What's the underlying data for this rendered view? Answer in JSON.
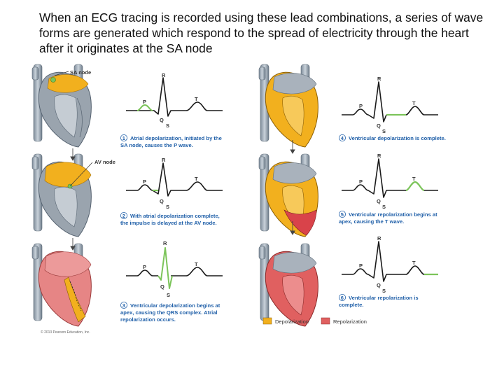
{
  "title": "When an ECG tracing is recorded using these lead combinations, a series of wave forms are generated which respond to the spread of electricity through the heart after it originates at the SA node",
  "labels": {
    "sa_node": "SA node",
    "av_node": "AV node"
  },
  "wave_letters": {
    "p": "P",
    "q": "Q",
    "r": "R",
    "s": "S",
    "t": "T"
  },
  "steps": [
    {
      "number": "1",
      "line1": "Atrial depolarization, initiated by the",
      "line2": "SA node, causes the P wave.",
      "line3": ""
    },
    {
      "number": "2",
      "line1": "With atrial depolarization complete,",
      "line2": "the impulse is delayed at the AV node.",
      "line3": ""
    },
    {
      "number": "3",
      "line1": "Ventricular depolarization begins at",
      "line2": "apex, causing the QRS complex. Atrial",
      "line3": "repolarization occurs."
    },
    {
      "number": "4",
      "line1": "Ventricular depolarization is complete.",
      "line2": "",
      "line3": ""
    },
    {
      "number": "5",
      "line1": "Ventricular repolarization begins at",
      "line2": "apex, causing the T wave.",
      "line3": ""
    },
    {
      "number": "6",
      "line1": "Ventricular repolarization is",
      "line2": "complete.",
      "line3": ""
    }
  ],
  "legend": {
    "depolarization": "Depolarization",
    "repolarization": "Repolarization"
  },
  "copyright": "© 2013 Pearson Education, Inc.",
  "colors": {
    "depolarization": "#f2b01e",
    "repolarization": "#e06060",
    "highlight": "#7cc45a",
    "caption": "#1f5fa8"
  }
}
